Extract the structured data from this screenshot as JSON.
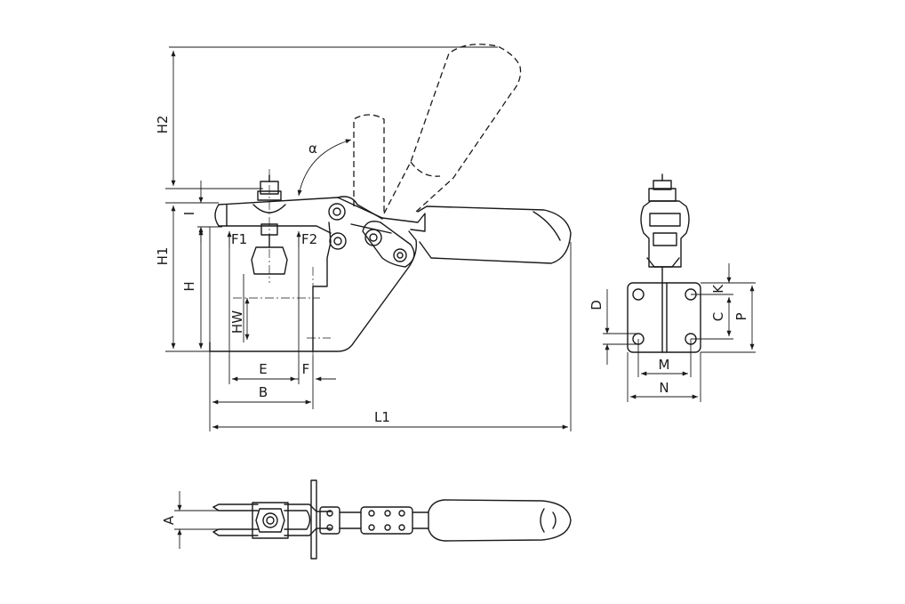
{
  "labels": {
    "H2": "H2",
    "H1": "H1",
    "H": "H",
    "HW": "HW",
    "I": "I",
    "F1": "F1",
    "F2": "F2",
    "E": "E",
    "F": "F",
    "B": "B",
    "L1": "L1",
    "alpha": "α",
    "D": "D",
    "K": "K",
    "C": "C",
    "P": "P",
    "M": "M",
    "N": "N",
    "A": "A"
  }
}
